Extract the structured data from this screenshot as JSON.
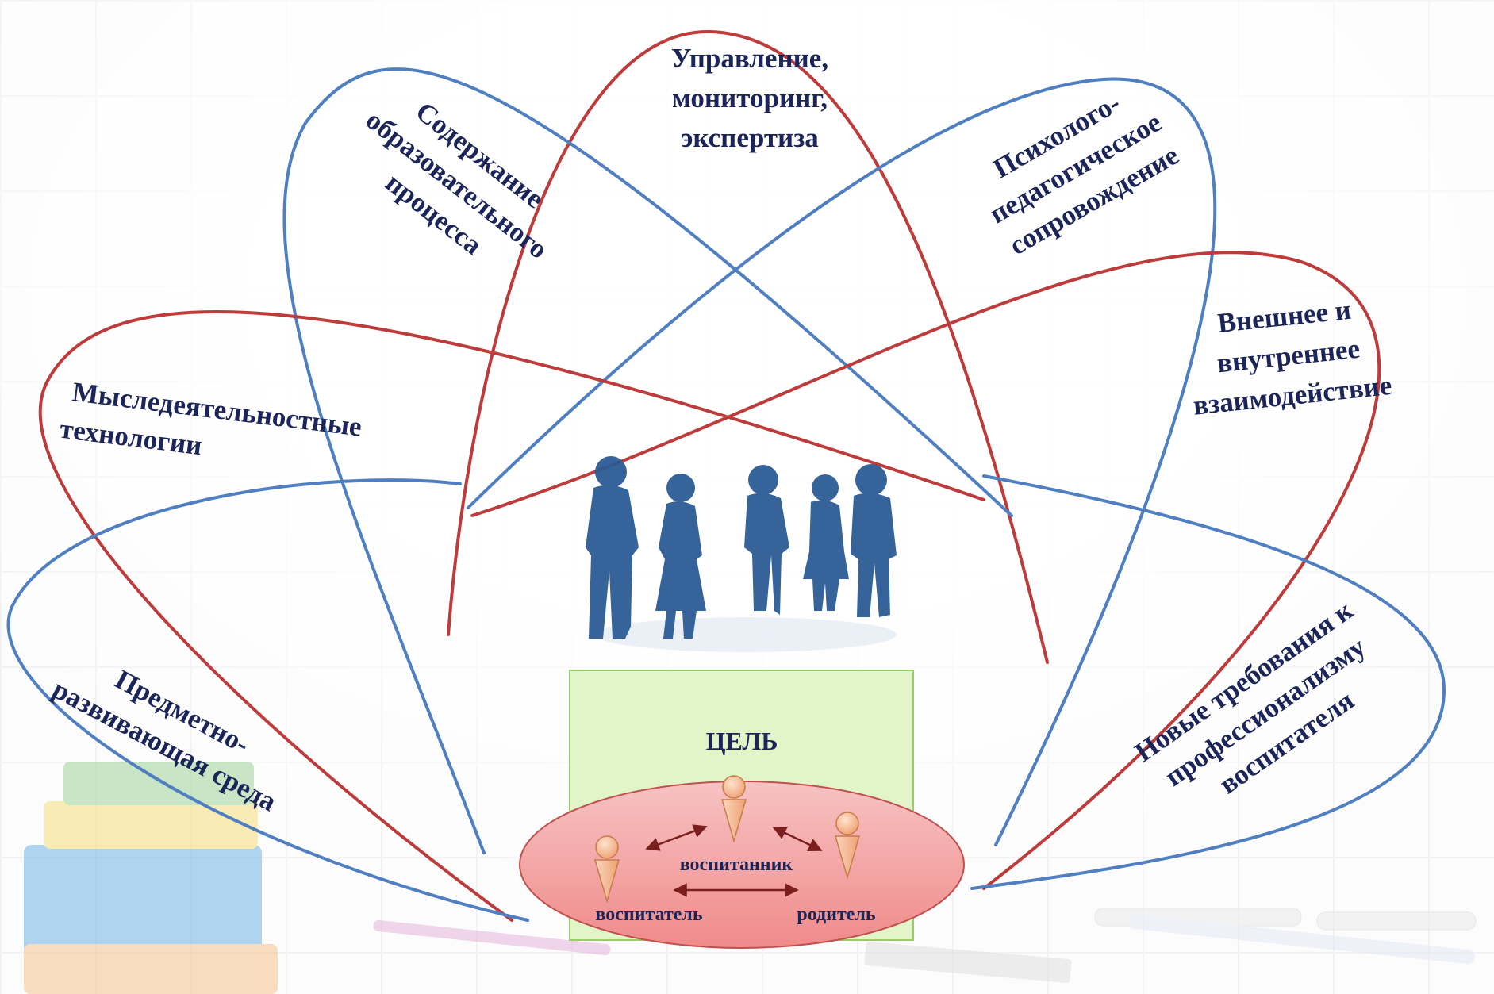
{
  "diagram": {
    "petals": {
      "soderzhanie": [
        "Содержание",
        "образовательного",
        "процесса"
      ],
      "upravlenie": [
        "Управление,",
        "мониторинг,",
        "экспертиза"
      ],
      "psiholog": [
        "Психолого-",
        "педагогическое",
        "сопровождение"
      ],
      "vneshnee": [
        "Внешнее и",
        "внутреннее",
        "взаимодействие"
      ],
      "mysle": [
        "Мыследеятельностные",
        "технологии"
      ],
      "predmetno": [
        "Предметно-",
        "развивающая среда"
      ],
      "novye": [
        "Новые требования к",
        "профессионализму",
        "воспитателя"
      ]
    },
    "goal_label": "ЦЕЛЬ",
    "participants": {
      "pupil": "воспитанник",
      "teacher": "воспитатель",
      "parent": "родитель"
    }
  },
  "colors": {
    "blue_loop": "#4f7fc0",
    "red_loop": "#bd3b3b",
    "text": "#1c2559",
    "goal_box": "#e2f5c8",
    "goal_ellipse": "#f4a4a4",
    "person_head": "#f6c2a0",
    "silhouette": "#2c5b95"
  }
}
